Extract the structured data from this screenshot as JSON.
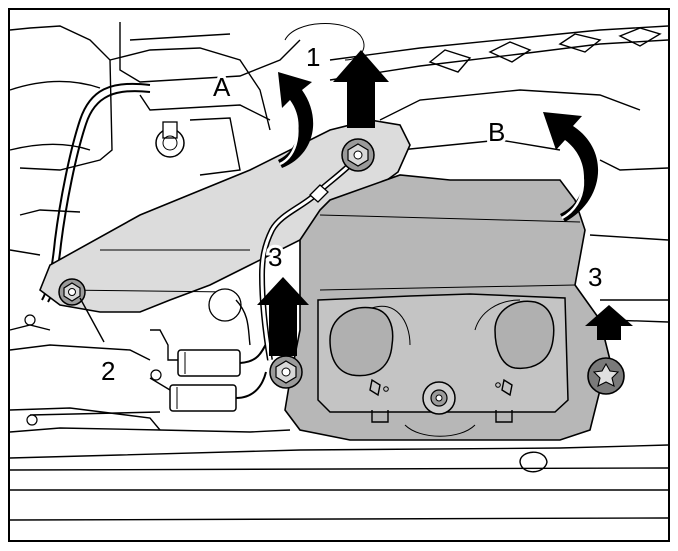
{
  "figure": {
    "labels": {
      "callout_1": "1",
      "callout_2": "2",
      "callout_3_left": "3",
      "callout_3_right": "3",
      "rotation_a": "A",
      "rotation_b": "B"
    }
  }
}
